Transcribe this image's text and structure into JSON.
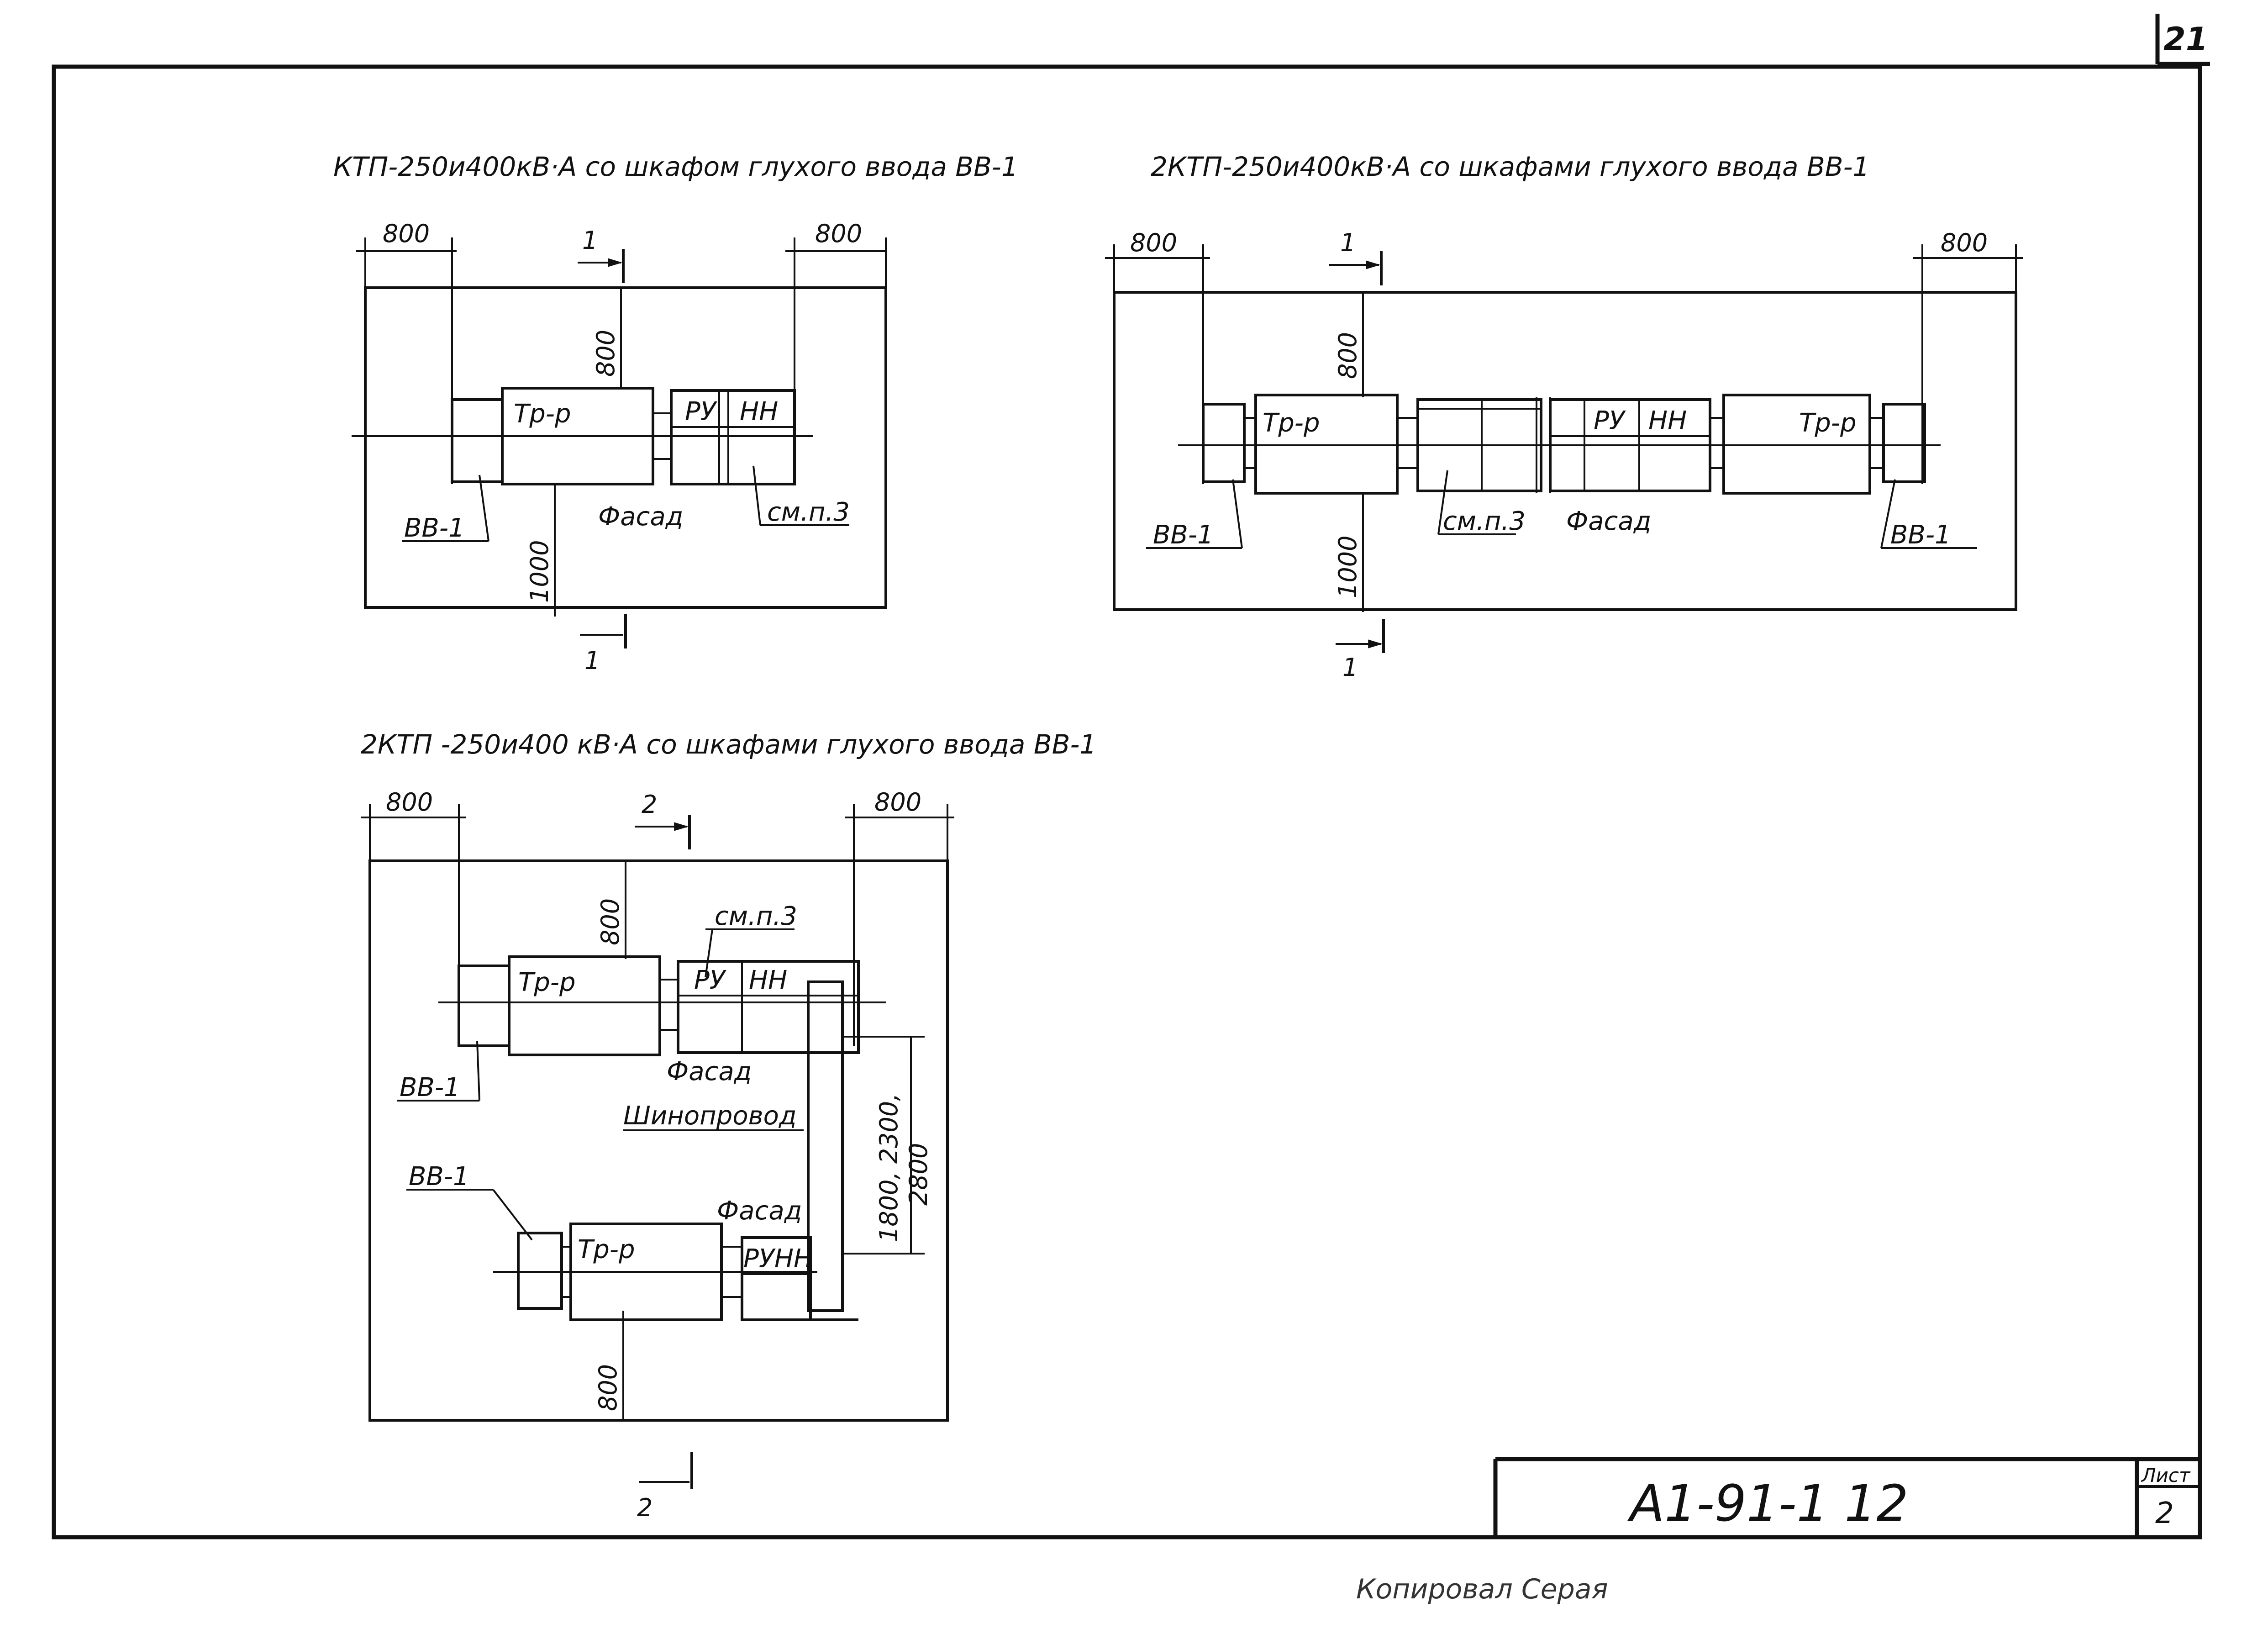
{
  "page": {
    "sheet_corner_number": "21",
    "footer_text": "Копировал  Серая"
  },
  "title_block": {
    "designation": "А1-91-1 12",
    "sheet_label": "Лист",
    "sheet_number": "2"
  },
  "plan_1": {
    "caption": "КТП-250и400кВ·А со шкафом глухого ввода ВВ-1",
    "dim_left": "800",
    "dim_right": "800",
    "dim_top": "800",
    "dim_bottom": "1000",
    "section_mark": "1",
    "transformer": "Тр-р",
    "ru": "РУ",
    "nn": "НН",
    "bb": "ВВ-1",
    "facade": "Фасад",
    "note": "см.п.3"
  },
  "plan_2": {
    "caption": "2КТП-250и400кВ·А со шкафами глухого ввода ВВ-1",
    "dim_left": "800",
    "dim_right": "800",
    "dim_top": "800",
    "dim_bottom": "1000",
    "section_mark": "1",
    "transformer_left": "Тр-р",
    "transformer_right": "Тр-р",
    "ru": "РУ",
    "nn": "НН",
    "bb_left": "ВВ-1",
    "bb_right": "ВВ-1",
    "facade": "Фасад",
    "note": "см.п.3"
  },
  "plan_3": {
    "caption": "2КТП -250и400 кВ·А со шкафами глухого ввода ВВ-1",
    "dim_left": "800",
    "dim_right": "800",
    "dim_top": "800",
    "dim_bottom": "800",
    "dim_busbar": "1800, 2300,",
    "dim_busbar_2": "2800",
    "section_mark": "2",
    "transformer_top": "Тр-р",
    "transformer_bottom": "Тр-р",
    "ru": "РУ",
    "nn": "НН",
    "runn": "РУНН",
    "bb_top": "ВВ-1",
    "bb_bottom": "ВВ-1",
    "facade_top": "Фасад",
    "facade_bottom": "Фасад",
    "busbar": "Шинопровод",
    "note": "см.п.3"
  }
}
